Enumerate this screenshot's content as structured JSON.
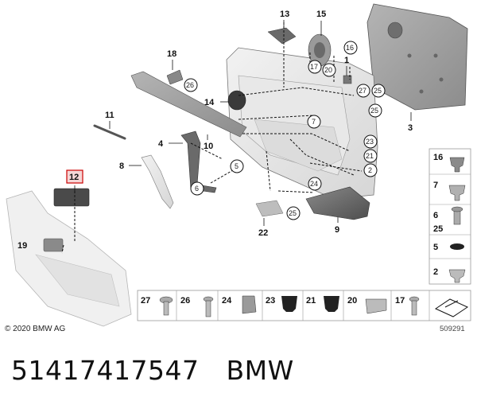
{
  "copyright": "© 2020 BMW AG",
  "diagram_number": "509291",
  "part_number": "51417417547",
  "brand": "BMW",
  "highlight_color": "#cc0000",
  "callouts": {
    "c13": "13",
    "c15": "15",
    "c16": "16",
    "c17": "17",
    "c20": "20",
    "c1": "1",
    "c18": "18",
    "c26": "26",
    "c27": "27",
    "c25a": "25",
    "c25b": "25",
    "c3": "3",
    "c14": "14",
    "c11": "11",
    "c7": "7",
    "c10": "10",
    "c4": "4",
    "c23": "23",
    "c21": "21",
    "c8": "8",
    "c5": "5",
    "c2": "2",
    "c12": "12",
    "c6": "6",
    "c24": "24",
    "c25c": "25",
    "c22": "22",
    "c9": "9",
    "c19": "19"
  },
  "side_legend": [
    "16",
    "7",
    "6",
    "25",
    "5",
    "2"
  ],
  "bottom_legend": [
    "27",
    "26",
    "24",
    "23",
    "21",
    "20",
    "17"
  ]
}
